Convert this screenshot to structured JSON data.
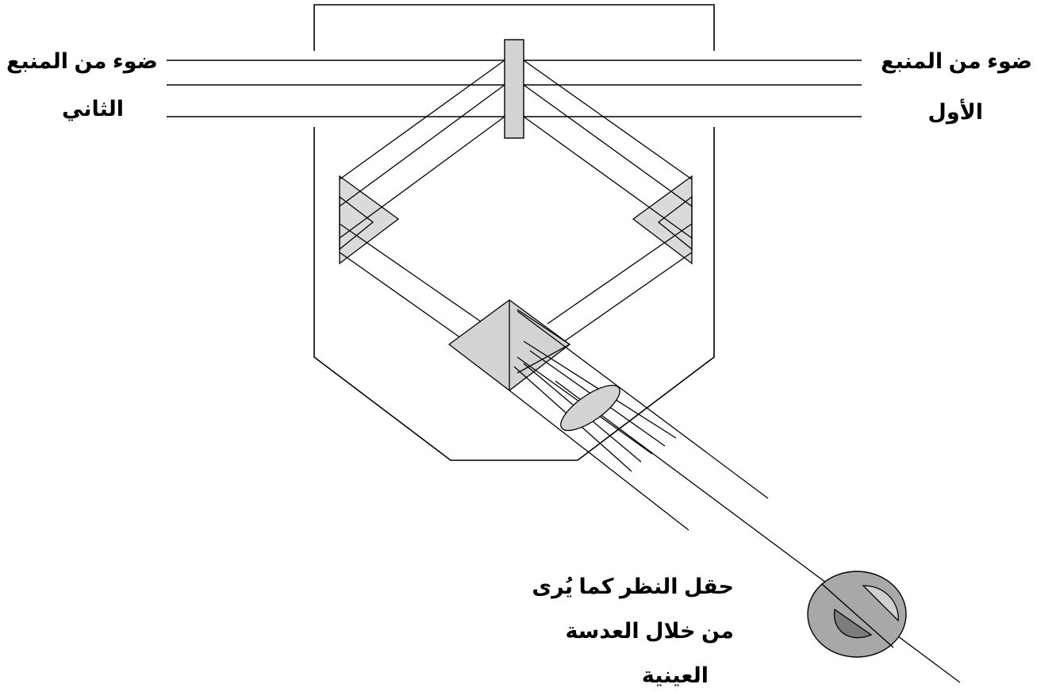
{
  "labels": {
    "second_source_line1": "ضوء من المنبع",
    "second_source_line2": "الثاني",
    "first_source_line1": "ضوء من المنبع",
    "first_source_line2": "الأول",
    "field_of_view_line1": "حقل النظر كما يُرى",
    "field_of_view_line2": "من خلال العدسة",
    "field_of_view_line3": "العينية"
  },
  "colors": {
    "line": "#000000",
    "prism_fill": "#d3d3d3",
    "field_outer": "#a8a8a8",
    "field_dark_half": "#7c7c7c",
    "field_light_half": "#cfcfcf"
  }
}
